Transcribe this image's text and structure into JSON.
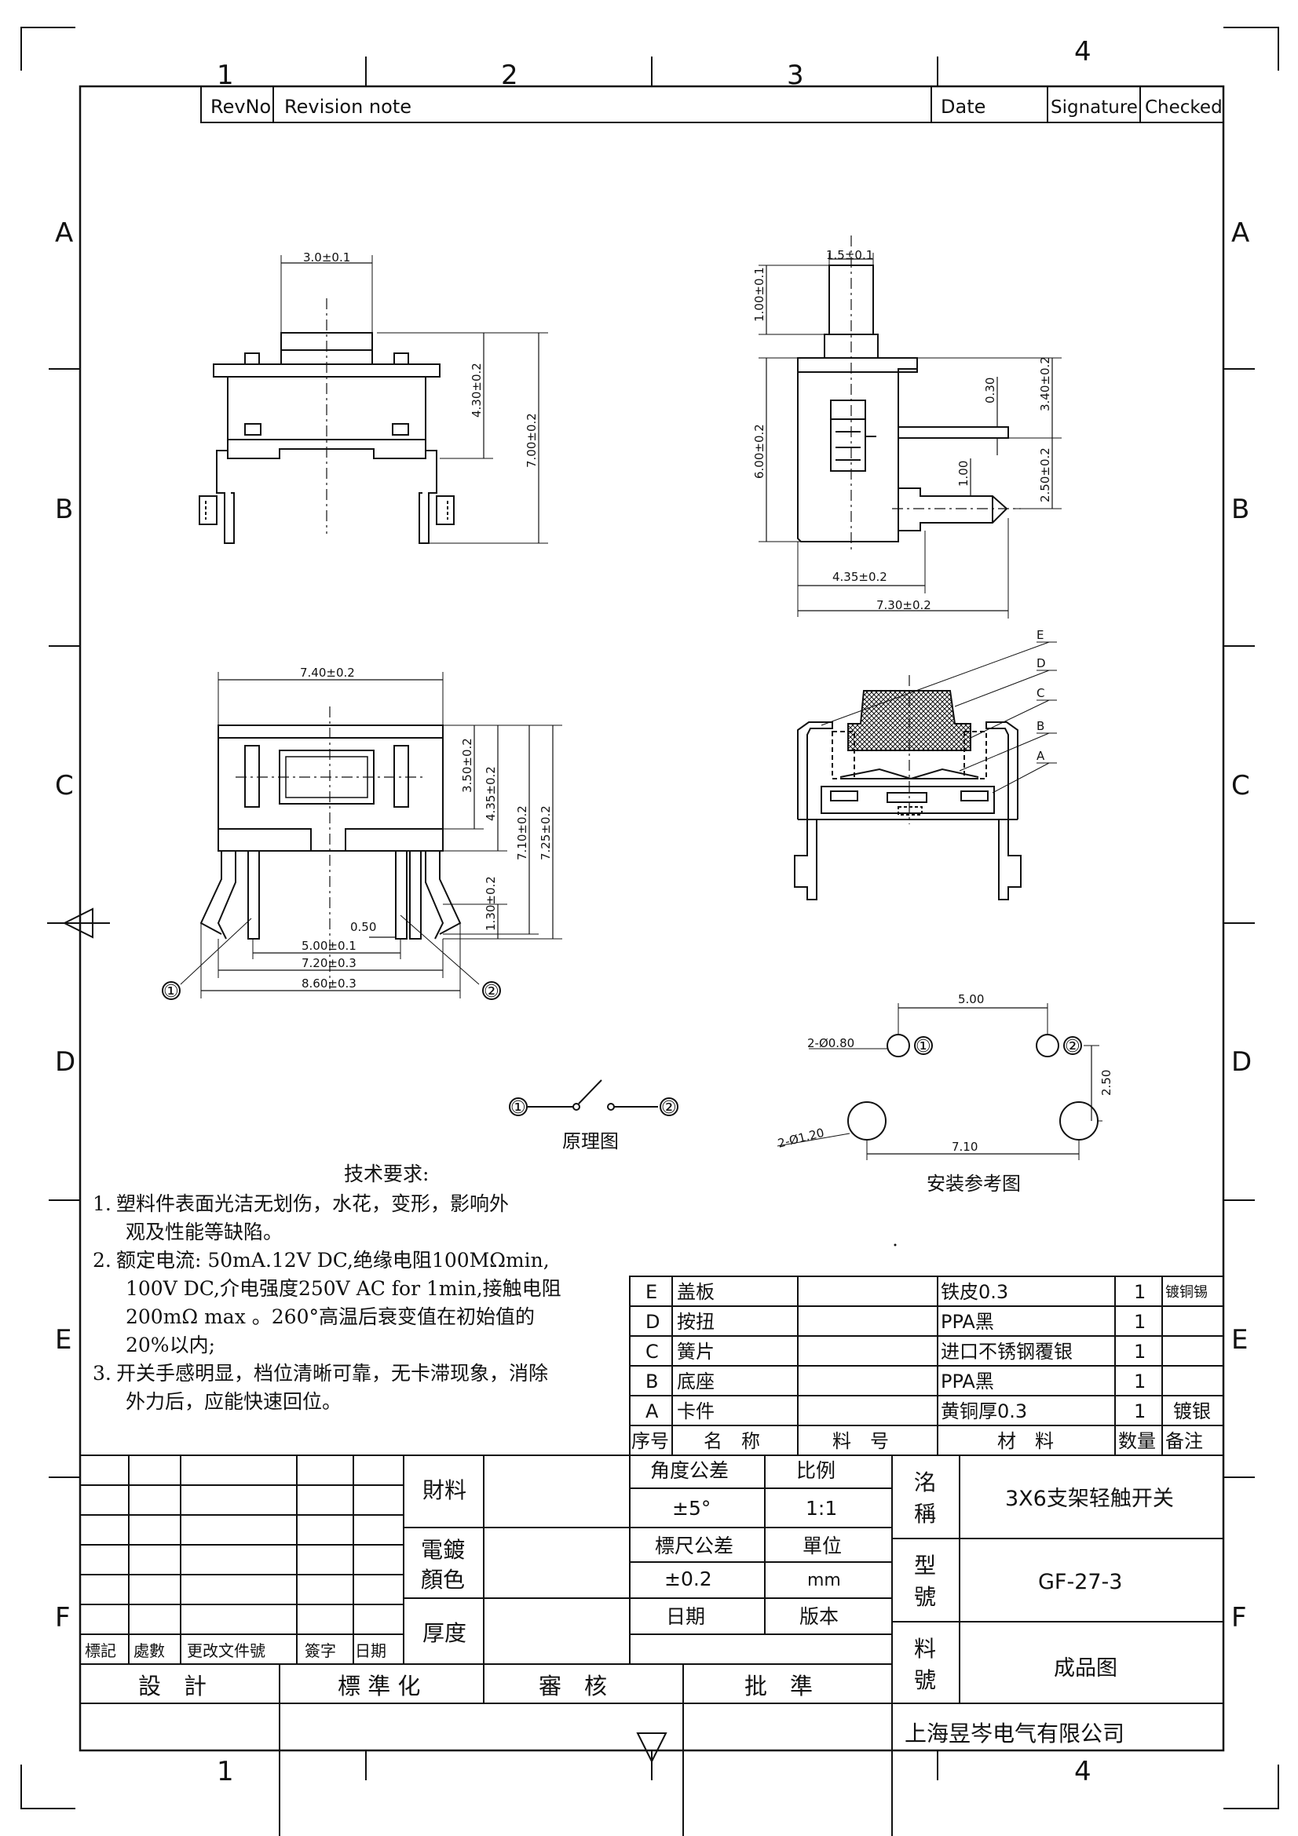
{
  "grid": {
    "columns": [
      "1",
      "2",
      "3",
      "4"
    ],
    "rows": [
      "A",
      "B",
      "C",
      "D",
      "E",
      "F"
    ],
    "bottom_column_1": "1",
    "bottom_column_4": "4"
  },
  "revision_header": {
    "revno": "RevNo",
    "note": "Revision note",
    "date": "Date",
    "signature": "Signature",
    "checked": "Checked"
  },
  "dims": {
    "front_top_width": "3.0±0.1",
    "front_height_upper": "4.30±0.2",
    "front_height_total": "7.00±0.2",
    "side_top_width": "1.5±0.1",
    "side_top_height": "1.00±0.1",
    "side_body_height": "6.00±0.2",
    "side_pin_thick": "0.30",
    "side_pin_height": "3.40±0.2",
    "side_peg": "1.00",
    "side_peg_height": "2.50±0.2",
    "side_width_inner": "4.35±0.2",
    "side_width_total": "7.30±0.2",
    "top_width": "7.40±0.2",
    "top_h1": "3.50±0.2",
    "top_h2": "4.35±0.2",
    "top_h3": "7.10±0.2",
    "top_h4": "7.25±0.2",
    "top_h5": "1.30±0.2",
    "top_pin_w": "0.50",
    "top_pitch_inner": "5.00±0.1",
    "top_pitch_mid": "7.20±0.3",
    "top_pitch_outer": "8.60±0.3",
    "terminal_1": "①",
    "terminal_2": "②"
  },
  "exploded_labels": [
    "E",
    "D",
    "C",
    "B",
    "A"
  ],
  "schematic": {
    "title": "原理图",
    "left": "①",
    "right": "②"
  },
  "footprint": {
    "title": "安装参考图",
    "small_holes": "2-Ø0.80",
    "large_holes": "2-Ø1.20",
    "pitch_x": "5.00",
    "pitch_y": "2.50",
    "large_pitch": "7.10",
    "pin1": "①",
    "pin2": "②"
  },
  "notes": {
    "title": "技术要求:",
    "items": [
      {
        "lead": "1.",
        "first": "塑料件表面光洁无划伤，水花，变形，影响外",
        "rest": [
          "观及性能等缺陷。"
        ]
      },
      {
        "lead": "2.",
        "first": "额定电流: 50mA.12V DC,绝缘电阻100MΩmin,",
        "rest": [
          "100V DC,介电强度250V AC for 1min,接触电阻",
          "200mΩ max 。260°高温后衰变值在初始值的",
          "20%以内;"
        ]
      },
      {
        "lead": "3.",
        "first": "开关手感明显，档位清晰可靠，无卡滞现象，消除",
        "rest": [
          "外力后，应能快速回位。"
        ]
      }
    ]
  },
  "bom": {
    "rows": [
      {
        "seq": "E",
        "name": "盖板",
        "part": "",
        "material": "铁皮0.3",
        "qty": "1",
        "remark": "镀铜锡"
      },
      {
        "seq": "D",
        "name": "按扭",
        "part": "",
        "material": "PPA黑",
        "qty": "1",
        "remark": ""
      },
      {
        "seq": "C",
        "name": "簧片",
        "part": "",
        "material": "进口不锈钢覆银",
        "qty": "1",
        "remark": ""
      },
      {
        "seq": "B",
        "name": "底座",
        "part": "",
        "material": "PPA黑",
        "qty": "1",
        "remark": ""
      },
      {
        "seq": "A",
        "name": "卡件",
        "part": "",
        "material": "黄铜厚0.3",
        "qty": "1",
        "remark": "镀银"
      }
    ],
    "header": {
      "seq": "序号",
      "name": "名　称",
      "part": "料　号",
      "material": "材　料",
      "qty": "数量",
      "remark": "备注"
    }
  },
  "title_block": {
    "change_headers": [
      "標記",
      "處數",
      "更改文件號",
      "簽字",
      "日期"
    ],
    "material_label": "財料",
    "plating_label_1": "電鍍",
    "plating_label_2": "顏色",
    "thickness_label": "厚度",
    "angle_tol_label": "角度公差",
    "angle_tol_value": "±5°",
    "scale_label": "比例",
    "scale_value": "1:1",
    "dim_tol_label": "標尺公差",
    "dim_tol_value": "±0.2",
    "unit_label": "單位",
    "unit_value": "mm",
    "date_label": "日期",
    "version_label": "版本",
    "name_label_1": "洺",
    "name_label_2": "稱",
    "name_value": "3X6支架轻触开关",
    "model_label_1": "型",
    "model_label_2": "號",
    "model_value": "GF-27-3",
    "part_label_1": "料",
    "part_label_2": "號",
    "part_value": "成品图",
    "design": "設　計",
    "standard": "標 準 化",
    "review": "審　核",
    "approve": "批　準",
    "company": "上海昱岑电气有限公司"
  }
}
